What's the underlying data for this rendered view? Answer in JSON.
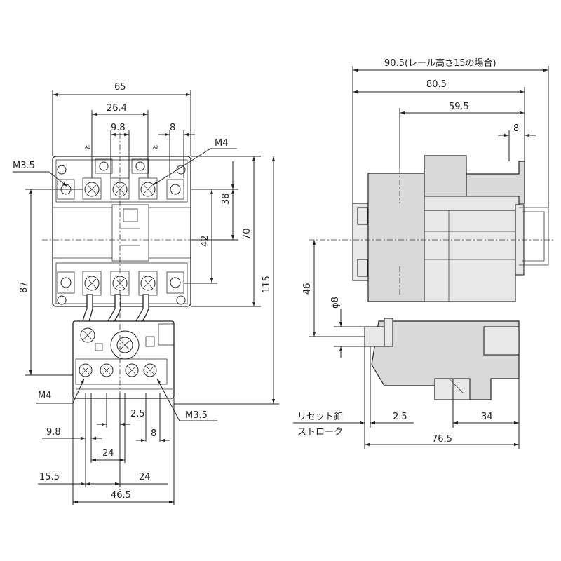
{
  "front": {
    "width": "65",
    "center_pitch": "26.4",
    "inner_pitch": "9.8",
    "right_pitch": "8",
    "screw_top_left": "M3.5",
    "screw_top_right": "M4",
    "height_38": "38",
    "height_42": "42",
    "height_70": "70",
    "height_115": "115",
    "height_87": "87",
    "screw_bottom_left": "M4",
    "screw_bottom_right": "M3.5",
    "pitch_9_8": "9.8",
    "pitch_2_5": "2.5",
    "pitch_8": "8",
    "pitch_24a": "24",
    "pitch_15_5": "15.5",
    "pitch_24b": "24",
    "relay_width": "46.5",
    "terminal_a1": "A1",
    "terminal_a2": "A2"
  },
  "side": {
    "depth_rail": "90.5(レール高さ15の場合)",
    "depth": "80.5",
    "depth_59_5": "59.5",
    "depth_8": "8",
    "height_46": "46",
    "reset_diameter": "φ8",
    "reset_stroke_line1": "リセット釦",
    "reset_stroke_line2": "ストローク",
    "stroke": "2.5",
    "depth_34": "34",
    "depth_76_5": "76.5"
  }
}
